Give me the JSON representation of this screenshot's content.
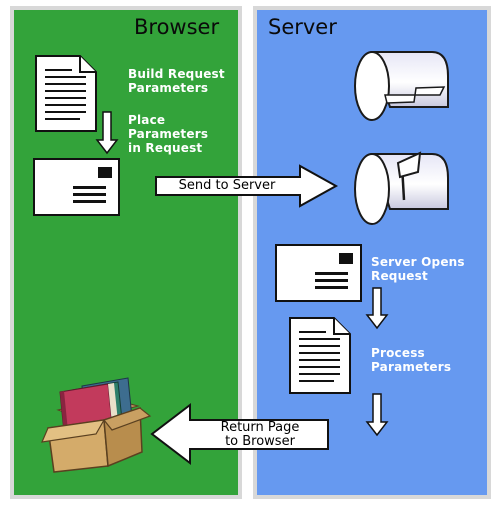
{
  "diagram": {
    "browser_title": "Browser",
    "server_title": "Server",
    "steps": {
      "build_request": "Build Request\nParameters",
      "place_parameters": "Place\nParameters\nin Request",
      "send_to_server": "Send to Server",
      "server_opens": "Server Opens\nRequest",
      "process_parameters": "Process\nParameters",
      "return_page": "Return Page\nto Browser"
    },
    "colors": {
      "browser_panel": "#33a33a",
      "server_panel": "#6699f0",
      "panel_border": "#d8d8d8",
      "step_text": "#ffffff",
      "title_text": "#0a0a0a"
    },
    "icons": [
      "document-icon",
      "envelope-icon",
      "mailbox-icon",
      "mailbox-flag-up-icon",
      "box-of-books-icon",
      "down-arrow-icon",
      "right-arrow-icon",
      "left-arrow-icon"
    ]
  }
}
